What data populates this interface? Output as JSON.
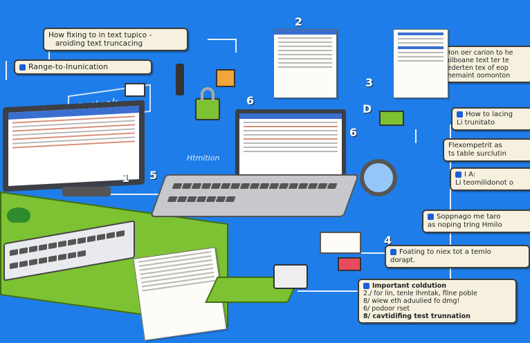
{
  "title_note": {
    "line1": "How fixing to in text tupico -",
    "line2": "aroiding text truncacing"
  },
  "range_note": "Range-to-Inunication",
  "outlook_label": "Outlook",
  "html_label": "Htmition",
  "right_top_note": [
    "Hon oer carion to he",
    "hilboane text ter te",
    "iederten tex of eop",
    "inemaint oomonton"
  ],
  "how_note": {
    "line1": "How to lacing",
    "line2": "Li trunitato"
  },
  "flex_note": {
    "line1": "Flexompetrit as",
    "line2": "ts table surclutin"
  },
  "ia_note": {
    "line1": "I A:",
    "line2": "Li teomilidonot o"
  },
  "sopping_note": {
    "line1": "Soppnago me taro",
    "line2": "as noping tring Hmilo"
  },
  "foating_note": {
    "line1": "Foating to niex tot a temlo",
    "line2": "dorapt."
  },
  "solution_note": {
    "title": "Important coldution",
    "items": [
      "2./  for lin, tenle lhmtak, fllne poble",
      "8/  wiew eth aduulied fo dmg!",
      "6/  podoor rset",
      "8/  cavtidifing test trunnation"
    ]
  },
  "step_numbers": [
    "2",
    "3",
    "6",
    "D",
    "1",
    "5",
    "4",
    "6"
  ],
  "colors": {
    "background": "#1e7de8",
    "desk": "#7cc232",
    "note": "#f6f1df"
  }
}
